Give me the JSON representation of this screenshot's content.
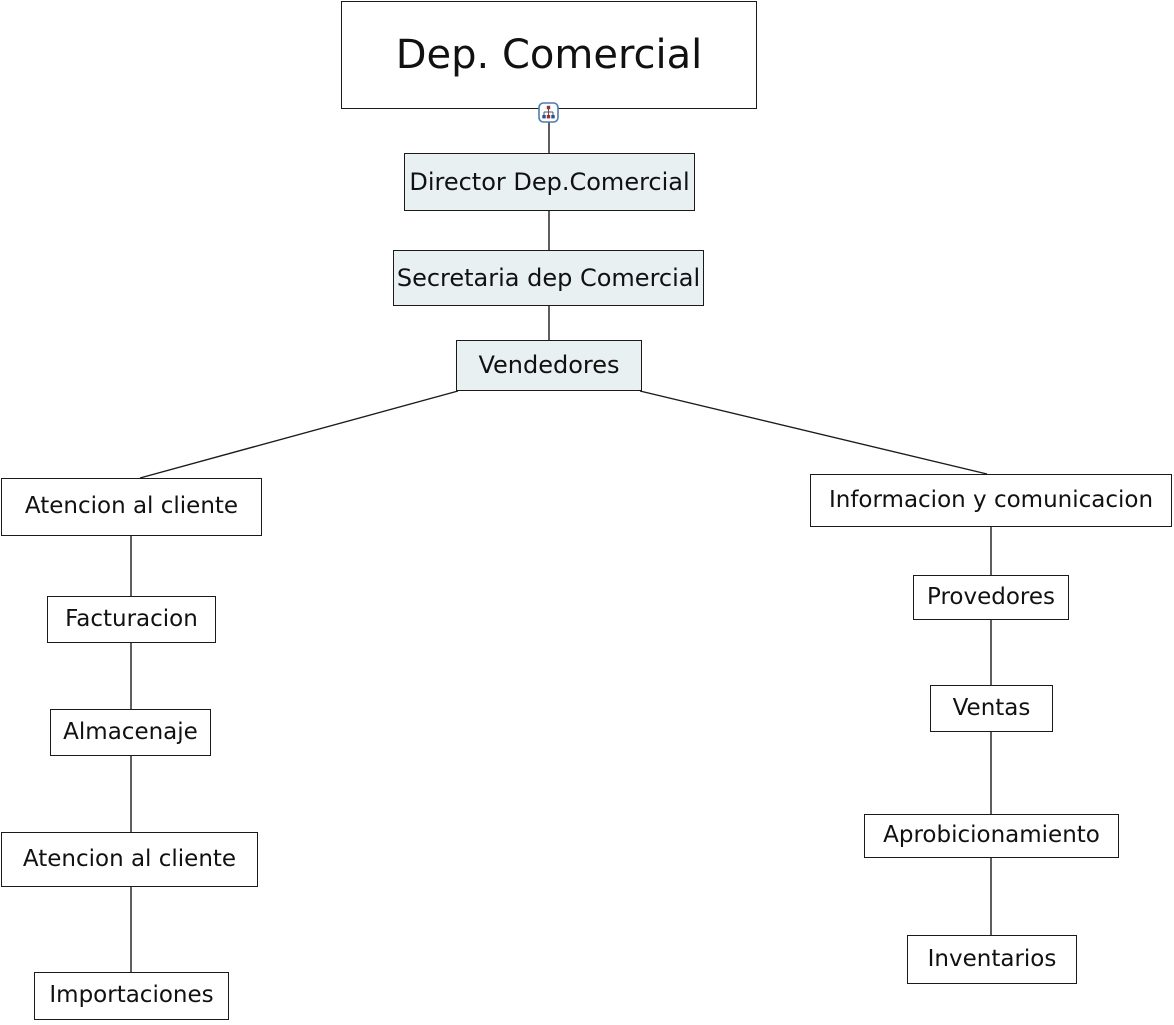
{
  "chart": {
    "type": "org-chart",
    "root": {
      "label": "Dep. Comercial"
    },
    "chain": [
      {
        "label": "Director Dep.Comercial"
      },
      {
        "label": "Secretaria dep Comercial"
      },
      {
        "label": "Vendedores"
      }
    ],
    "left_branch": [
      {
        "label": "Atencion al cliente"
      },
      {
        "label": "Facturacion"
      },
      {
        "label": "Almacenaje"
      },
      {
        "label": "Atencion al cliente"
      },
      {
        "label": "Importaciones"
      }
    ],
    "right_branch": [
      {
        "label": "Informacion y comunicacion"
      },
      {
        "label": "Provedores"
      },
      {
        "label": "Ventas"
      },
      {
        "label": "Aprobicionamiento"
      },
      {
        "label": "Inventarios"
      }
    ],
    "icons": {
      "collapse_toggle": "org-tree-icon"
    },
    "colors": {
      "canvas_bg": "#ffffff",
      "node_fill_highlight": "#e8f0f2",
      "node_fill_default": "#ffffff",
      "node_border": "#1a1a1a",
      "connector": "#1a1a1a",
      "icon_border": "#4f7cac",
      "icon_glyph_red": "#993333",
      "icon_glyph_blue": "#334d99",
      "text": "#111111"
    }
  }
}
